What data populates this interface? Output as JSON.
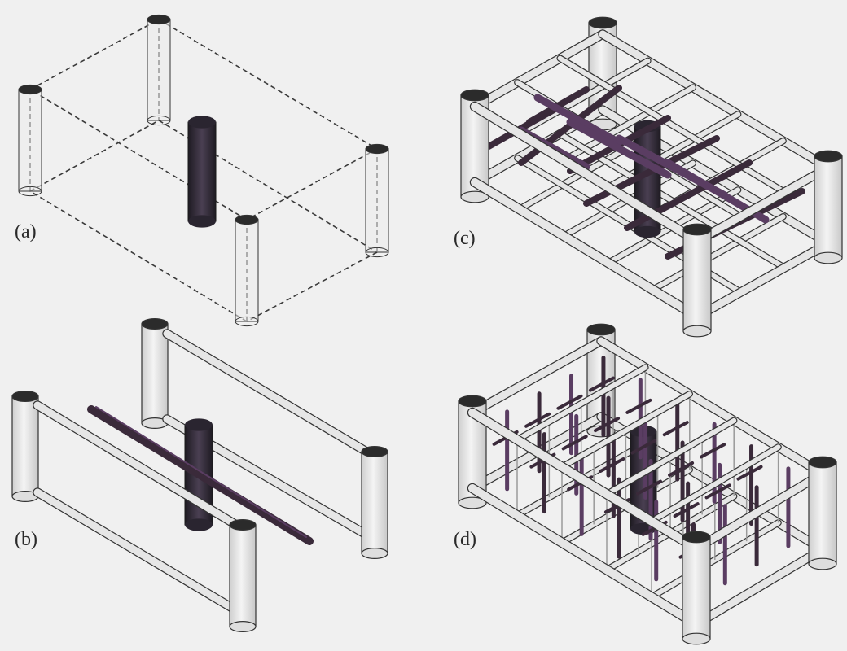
{
  "figure": {
    "background": "#f0f0f0",
    "colors": {
      "outline": "#333333",
      "frame_fill": "#e6e6e6",
      "cap_fill": "#2b2b2b",
      "dash": "#3a3a3a",
      "core": "#2d2a30",
      "core_accent": "#4a3a55",
      "needle": "#3a2a3a",
      "needle_accent": "#5a3d62"
    },
    "panels": [
      {
        "id": "a",
        "label": "(a)"
      },
      {
        "id": "b",
        "label": "(b)"
      },
      {
        "id": "c",
        "label": "(c)"
      },
      {
        "id": "d",
        "label": "(d)"
      }
    ]
  }
}
